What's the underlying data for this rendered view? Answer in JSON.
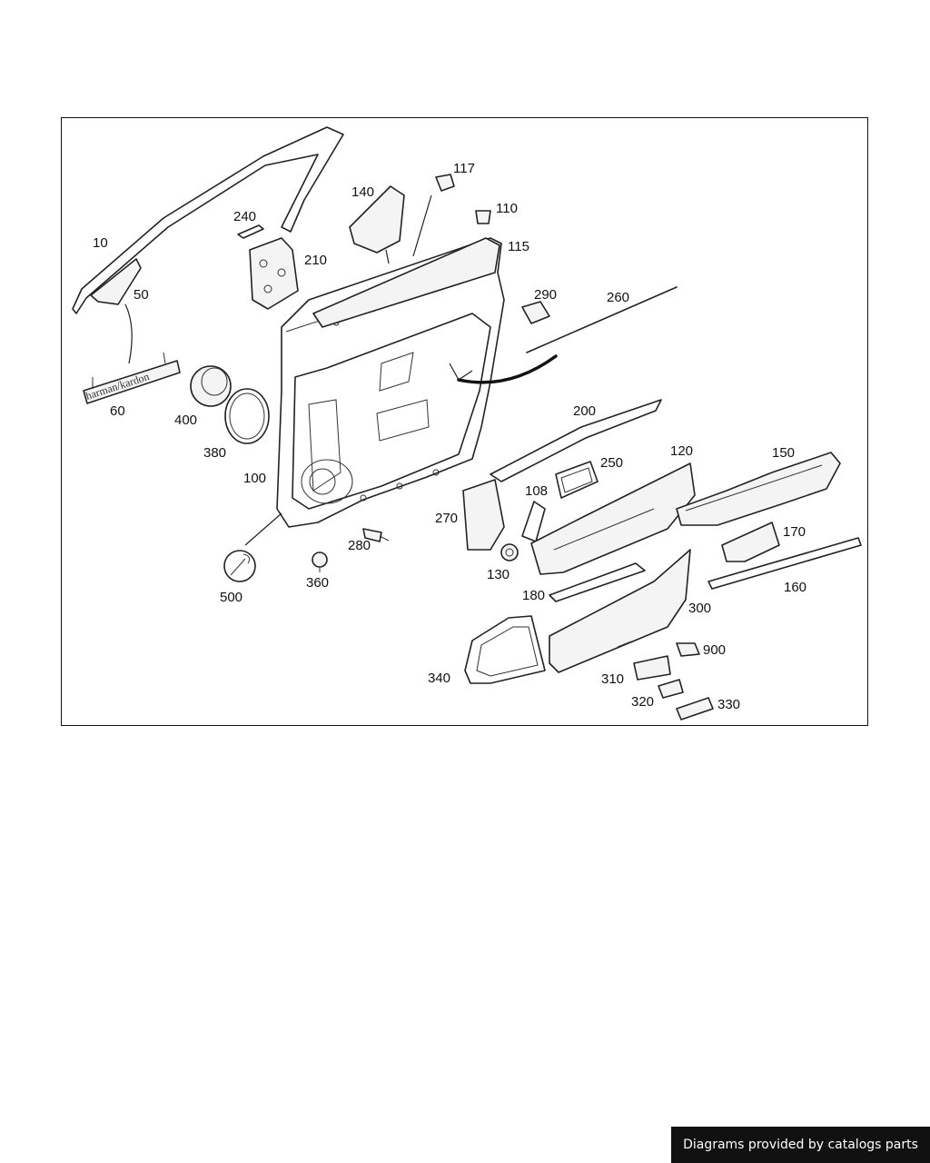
{
  "diagram": {
    "callouts": [
      "10",
      "50",
      "60",
      "400",
      "380",
      "100",
      "500",
      "240",
      "210",
      "140",
      "117",
      "110",
      "115",
      "290",
      "260",
      "280",
      "360",
      "200",
      "250",
      "120",
      "150",
      "108",
      "270",
      "130",
      "170",
      "160",
      "180",
      "300",
      "900",
      "340",
      "310",
      "320",
      "330"
    ],
    "logo_text": "harman/kardon"
  },
  "credit": {
    "text": "Diagrams provided by catalogs parts"
  },
  "colors": {
    "line": "#222222",
    "badge_bg": "#111111",
    "badge_text": "#ffffff"
  }
}
